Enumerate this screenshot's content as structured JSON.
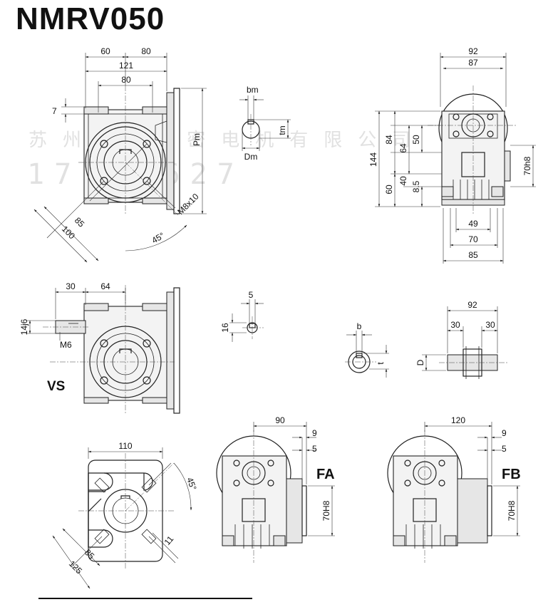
{
  "title": "NMRV050",
  "watermark": {
    "company": "苏州 特精密电机有限公司",
    "phone": "17   53627"
  },
  "labels": {
    "vs": "VS",
    "fa": "FA",
    "fb": "FB",
    "angle_45": "45°",
    "angle_45_b": "45°"
  },
  "dims": {
    "top_60": "60",
    "top_80": "80",
    "top_121": "121",
    "top_80b": "80",
    "top_7": "7",
    "pm": "Pm",
    "m8x10": "M8x10",
    "d85": "85",
    "d100": "100",
    "bm": "bm",
    "tm": "tm",
    "dm": "Dm",
    "r_92": "92",
    "r_87": "87",
    "r_144": "144",
    "r_84": "84",
    "r_64": "64",
    "r_50": "50",
    "r_40": "40",
    "r_60": "60",
    "r_8_5": "8.5",
    "r_70h8": "70h8",
    "r_49": "49",
    "r_70": "70",
    "r_85": "85",
    "vs_30": "30",
    "vs_64": "64",
    "vs_14j6": "14j6",
    "vs_m6": "M6",
    "k_5": "5",
    "k_16": "16",
    "s_b": "b",
    "s_t": "t",
    "s_d": "D",
    "s_92": "92",
    "s_30a": "30",
    "s_30b": "30",
    "f_110": "110",
    "f_85": "85",
    "f_125": "125",
    "f_11": "11",
    "fa_90": "90",
    "fa_9": "9",
    "fa_5": "5",
    "fa_70h8": "70H8",
    "fb_120": "120",
    "fb_9": "9",
    "fb_5": "5",
    "fb_70h8": "70H8"
  }
}
